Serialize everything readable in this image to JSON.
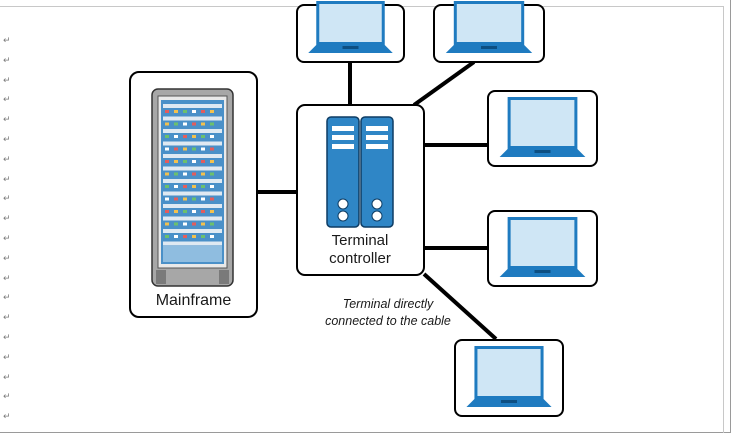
{
  "document": {
    "paragraph_mark": "↵"
  },
  "diagram": {
    "mainframe": {
      "label": "Mainframe"
    },
    "terminal_controller": {
      "label_line1": "Terminal",
      "label_line2": "controller"
    },
    "note": {
      "line1": "Terminal directly",
      "line2": "connected to the cable"
    },
    "colors": {
      "outline": "#000000",
      "monitor_blue": "#1f7bc0",
      "screen_fill": "#cfe6f5",
      "server_blue": "#2f86c6",
      "rack_gray": "#9b9b9b"
    }
  }
}
